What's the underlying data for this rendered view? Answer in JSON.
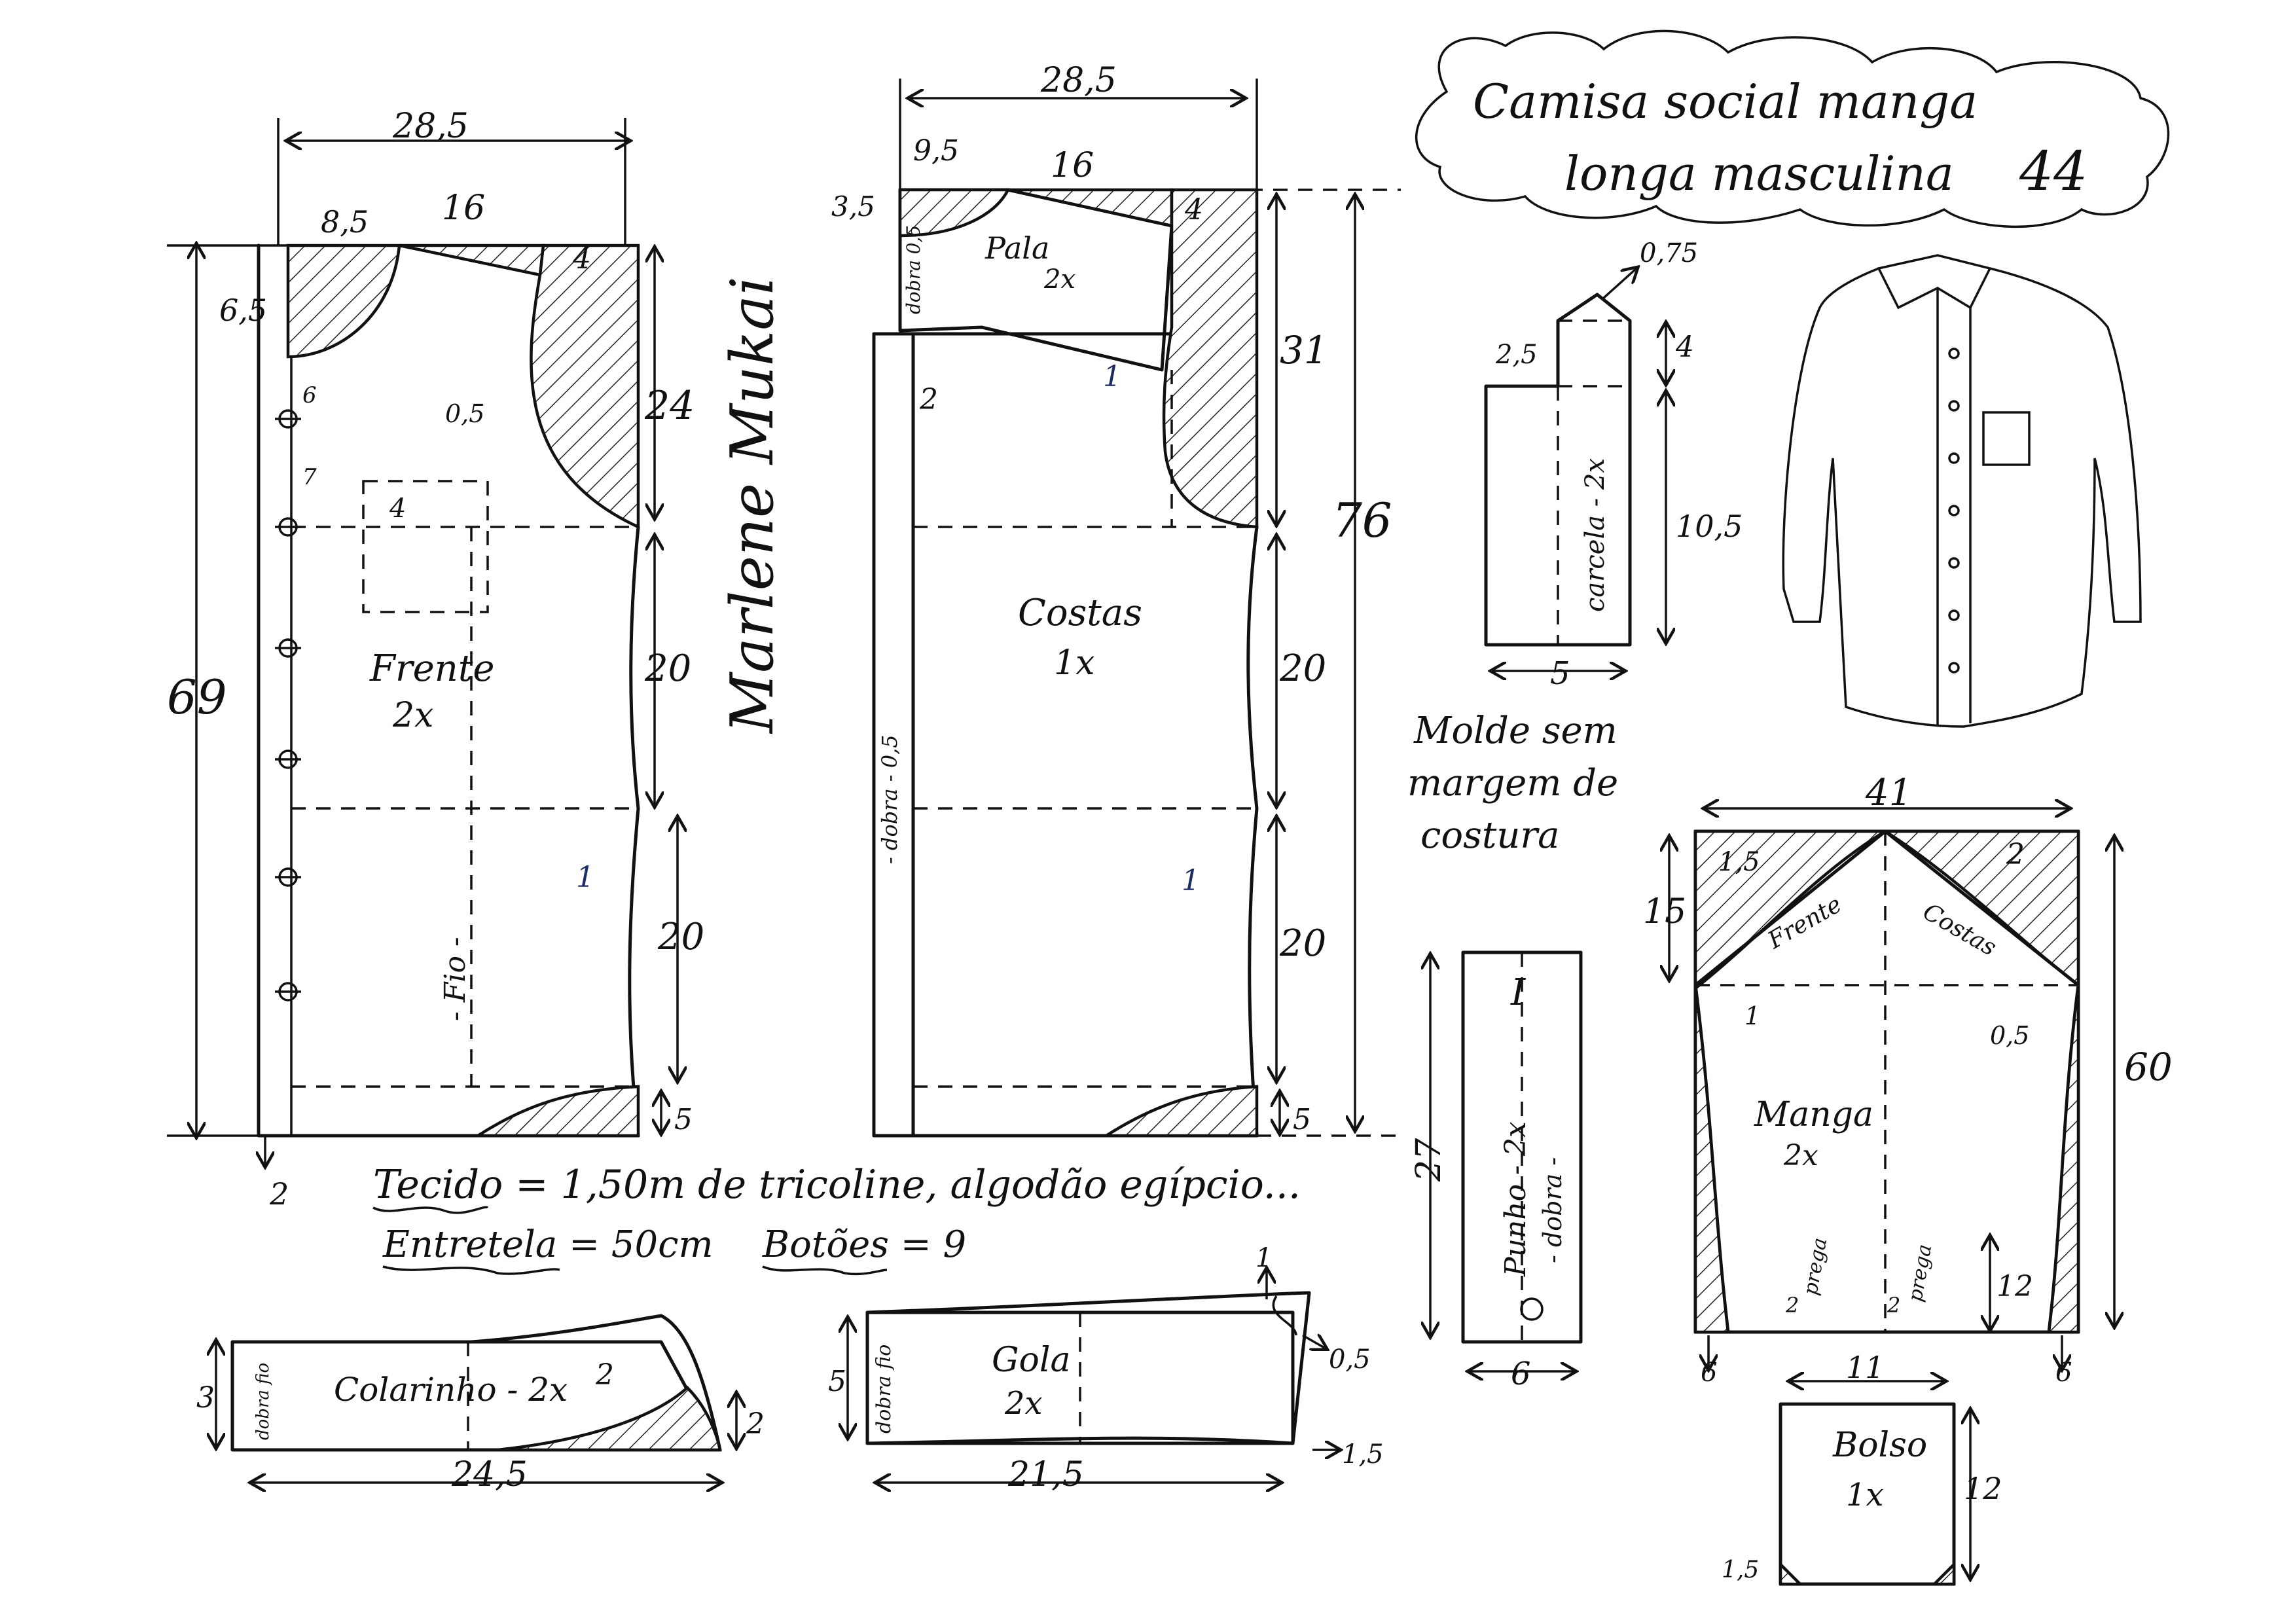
{
  "title": {
    "line1": "Camisa social manga",
    "line2": "longa masculina",
    "size": "44"
  },
  "signature": "Marlene Mukai",
  "note": {
    "line1": "Molde sem",
    "line2": "margem de",
    "line3": "costura"
  },
  "materials": {
    "fabric": "Tecido = 1,50m de tricoline, algodão egípcio...",
    "interfacing": "Entretela = 50cm",
    "buttons": "Botões = 9"
  },
  "front": {
    "name": "Frente",
    "qty": "2x",
    "grain": "- Fio -",
    "width": "28,5",
    "neck_width": "8,5",
    "shoulder": "16",
    "shoulder_drop": "4",
    "neck_depth": "6,5",
    "height": "69",
    "armhole_depth": "24",
    "mid": "20",
    "lower": "20",
    "hem": "5",
    "ext": "2",
    "curve": "0,5",
    "waist": "1",
    "pocket": "4",
    "btn_first": "6",
    "btn_gap": "7"
  },
  "back": {
    "name": "Costas",
    "qty": "1x",
    "fold": "- dobra - 0,5",
    "width": "28,5",
    "neck_width": "9,5",
    "shoulder": "16",
    "shoulder_drop": "4",
    "height": "76",
    "armhole_depth": "31",
    "mid": "20",
    "lower": "20",
    "hem": "5",
    "waist": "1",
    "ext": "2"
  },
  "yoke": {
    "name": "Pala",
    "qty": "2x",
    "fold": "dobra 0,5",
    "neck_depth": "3,5",
    "side_drop": "1",
    "front_drop": "1"
  },
  "placket": {
    "name": "carcela - 2x",
    "width": "5",
    "top": "2,5",
    "point": "0,75",
    "tip": "4",
    "length": "10,5"
  },
  "cuff": {
    "name": "Punho - 2x",
    "fold": "- dobra -",
    "mark": "I",
    "height": "27",
    "width": "6"
  },
  "sleeve": {
    "name": "Manga",
    "qty": "2x",
    "front": "Frente",
    "back": "Costas",
    "width": "41",
    "cap": "15",
    "length": "60",
    "front_curve": "1,5",
    "back_curve": "2",
    "front_drop": "1",
    "back_drop": "0,5",
    "pleat": "prega",
    "pleat_w": "2",
    "slit": "12",
    "side": "6"
  },
  "pocket": {
    "name": "Bolso",
    "qty": "1x",
    "width": "11",
    "height": "12",
    "corner": "1,5"
  },
  "collar_band": {
    "name": "Colarinho - 2x",
    "fold": "dobra fio",
    "height": "3",
    "length": "24,5",
    "rise": "2",
    "curve": "2"
  },
  "collar": {
    "name": "Gola",
    "qty": "2x",
    "fold": "dobra fio",
    "height": "5",
    "length": "21,5",
    "rise": "1",
    "point": "0,5",
    "drop": "1,5"
  }
}
